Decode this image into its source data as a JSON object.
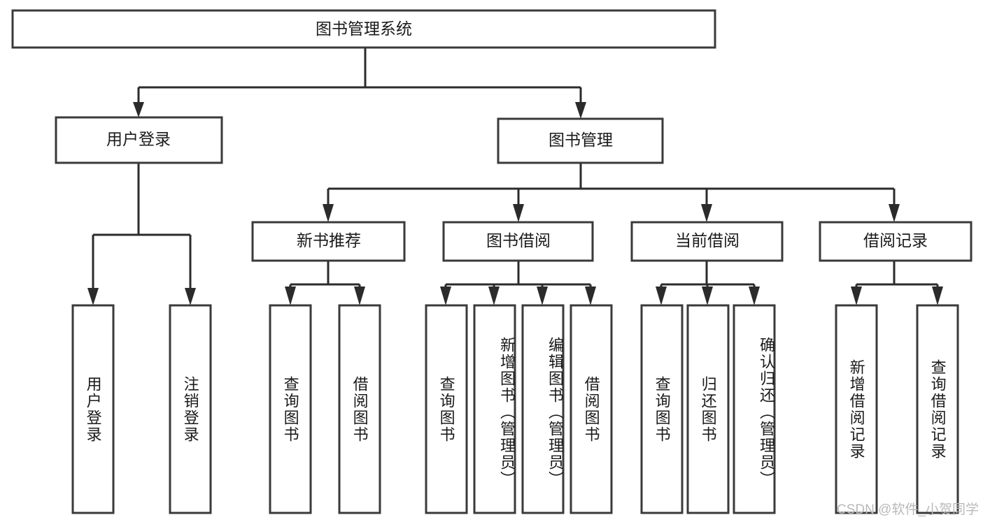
{
  "diagram": {
    "title": "图书管理系统",
    "type": "hierarchy-tree",
    "orientation": "top-down",
    "levels": 4,
    "colors": {
      "box_fill": "#ffffff",
      "box_stroke": "#3a3a3a",
      "connector": "#2b2b2b",
      "text": "#1a1a1a",
      "watermark": "#b9b9b9",
      "background": "#ffffff"
    }
  },
  "root": {
    "label": "图书管理系统"
  },
  "level2": [
    {
      "label": "用户登录"
    },
    {
      "label": "图书管理"
    }
  ],
  "level3": [
    {
      "label": "新书推荐"
    },
    {
      "label": "图书借阅"
    },
    {
      "label": "当前借阅"
    },
    {
      "label": "借阅记录"
    }
  ],
  "leaves": {
    "user_login": [
      {
        "label": "用户登录"
      },
      {
        "label": "注销登录"
      }
    ],
    "new_book_recommend": [
      {
        "label": "查询图书"
      },
      {
        "label": "借阅图书"
      }
    ],
    "book_borrow": [
      {
        "label": "查询图书"
      },
      {
        "label": "新增图书（管理员）"
      },
      {
        "label": "编辑图书（管理员）"
      },
      {
        "label": "借阅图书"
      }
    ],
    "current_borrow": [
      {
        "label": "查询图书"
      },
      {
        "label": "归还图书"
      },
      {
        "label": "确认归还（管理员）"
      }
    ],
    "borrow_record": [
      {
        "label": "新增借阅记录"
      },
      {
        "label": "查询借阅记录"
      }
    ]
  },
  "watermark": {
    "text": "CSDN @软件_小贺同学"
  }
}
